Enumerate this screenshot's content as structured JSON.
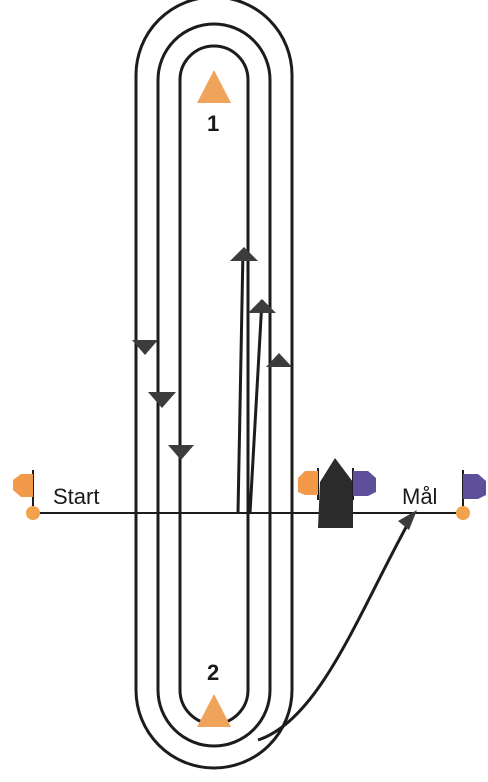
{
  "diagram": {
    "labels": {
      "start": "Start",
      "finish": "Mål",
      "mark_top": "1",
      "mark_bottom": "2"
    },
    "colors": {
      "line": "#1c1c1c",
      "arrow": "#3c3c3c",
      "mark": "#f0a35a",
      "start_flag": "#f29a4a",
      "finish_flag": "#5e4f9a",
      "pin": "#f4a14c",
      "committee_boat": "#2b2b2b"
    },
    "icons": {
      "marks": "triangle-buoy-icon",
      "pins": "round-buoy-icon",
      "flags": "flag-icon",
      "boat": "committee-boat-icon"
    }
  }
}
